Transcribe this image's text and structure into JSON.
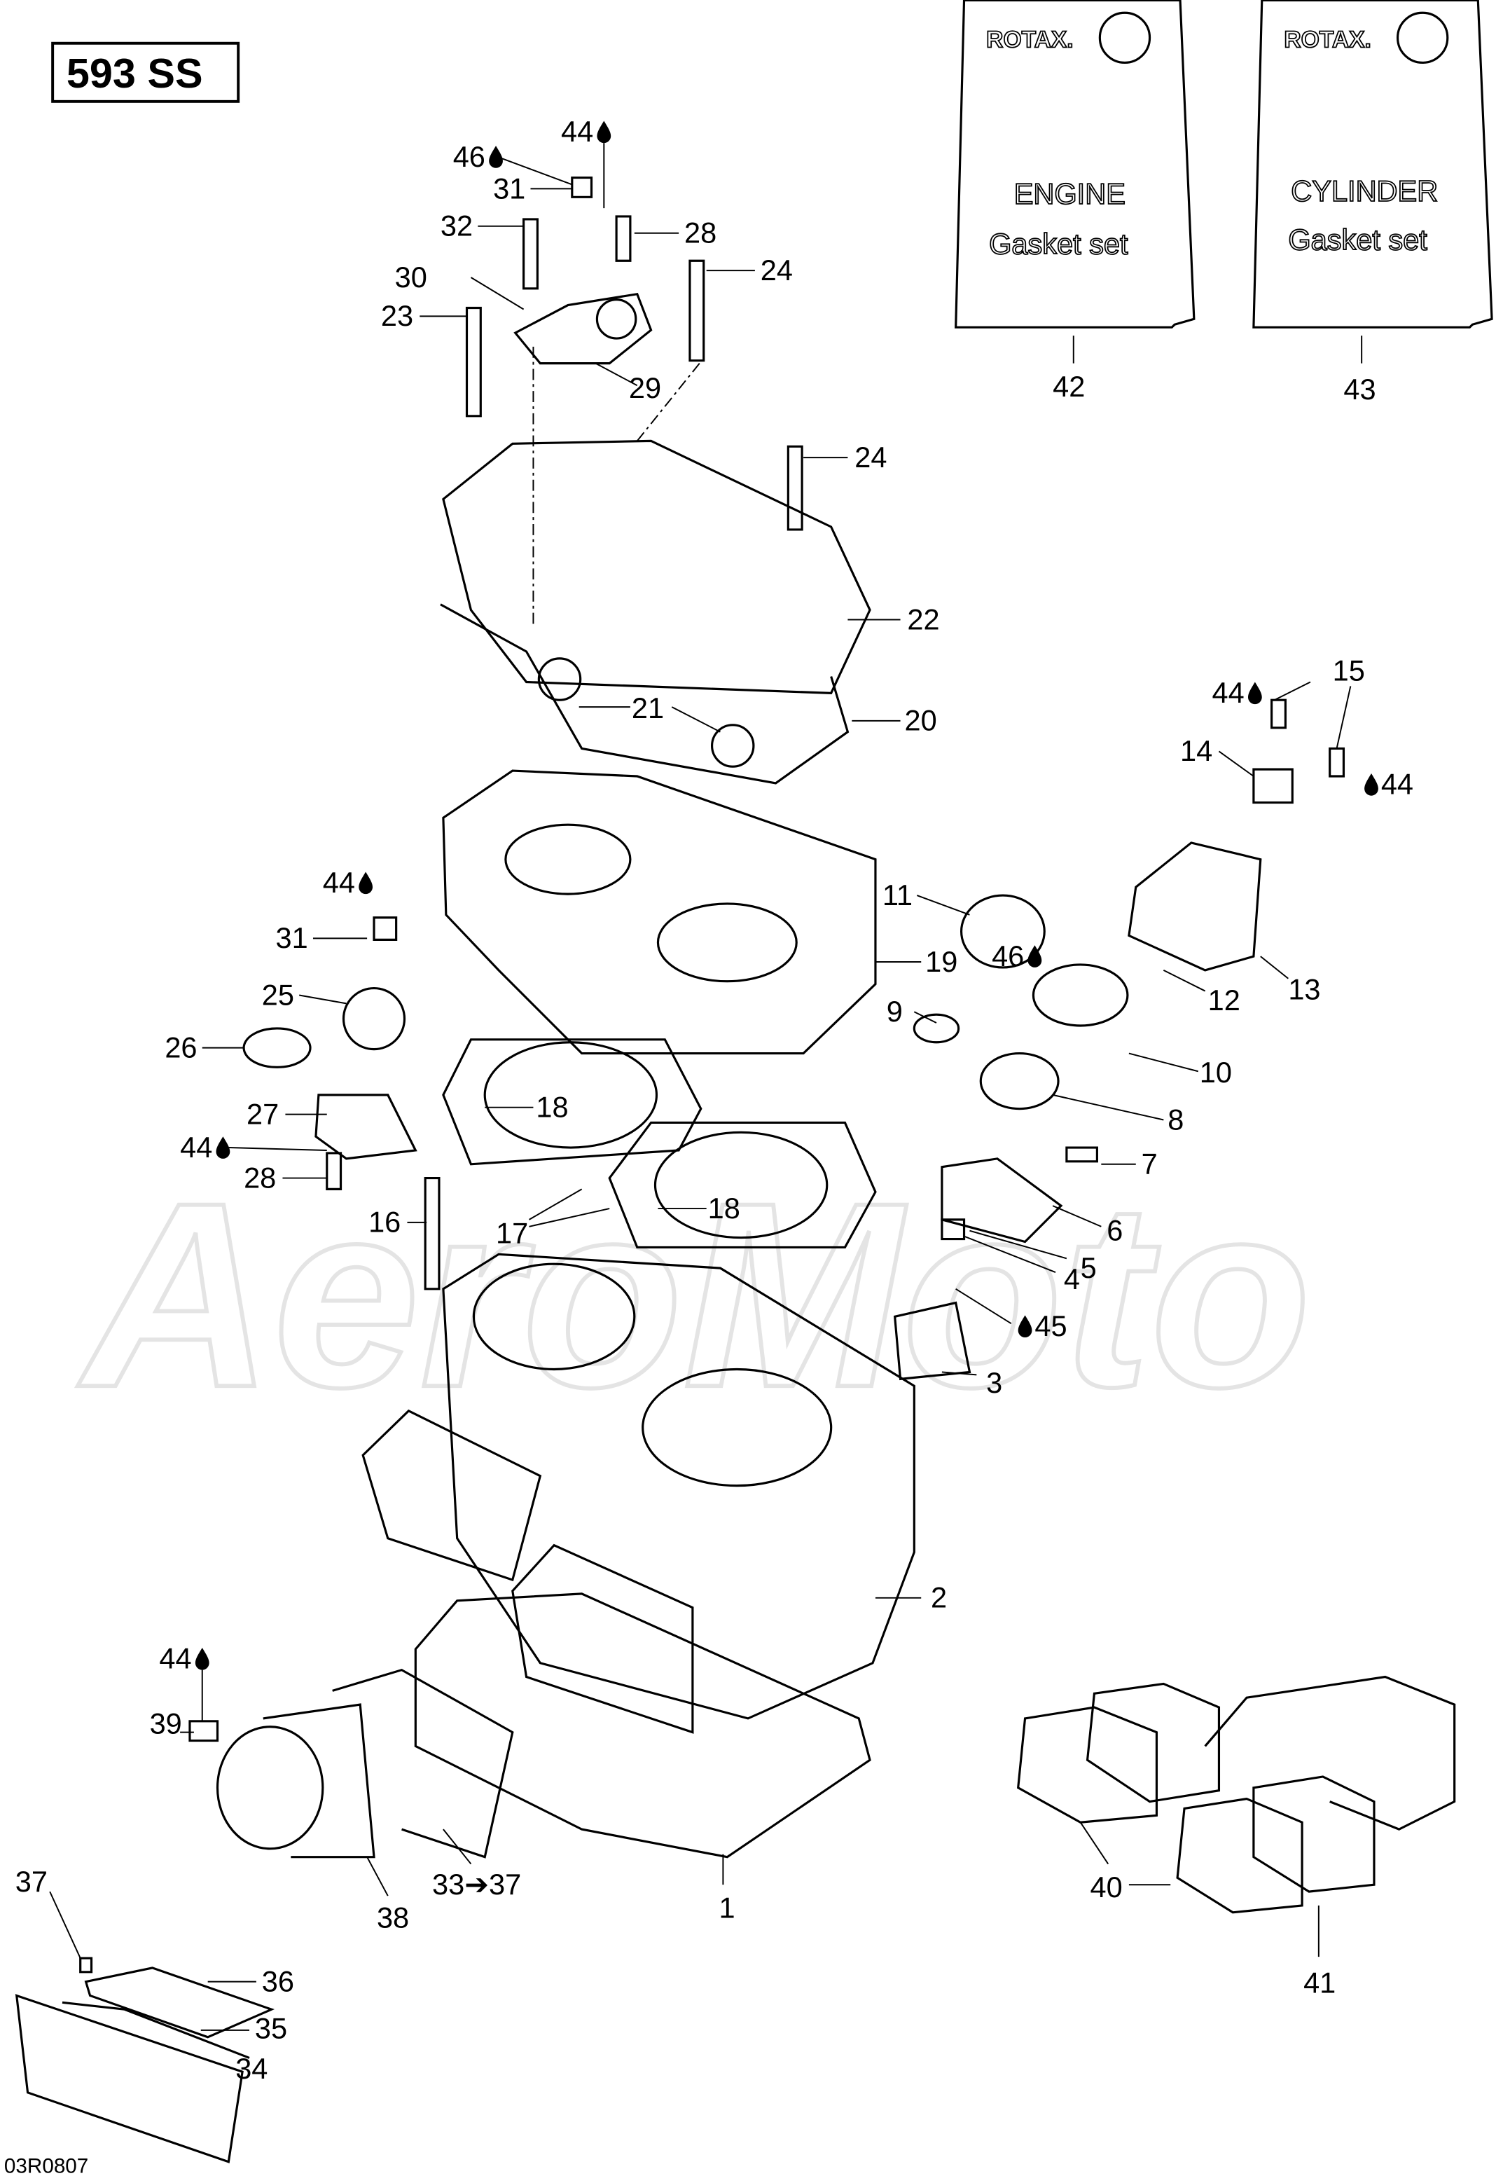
{
  "diagram": {
    "title": "593 SS",
    "drawing_code": "03R0807",
    "watermark": "AeroMoto",
    "kits": [
      {
        "brand": "ROTAX.",
        "line1": "ENGINE",
        "line2": "Gasket set",
        "ref": "42"
      },
      {
        "brand": "ROTAX.",
        "line1": "CYLINDER",
        "line2": "Gasket set",
        "ref": "43"
      }
    ],
    "labels": [
      "46",
      "44",
      "31",
      "32",
      "28",
      "30",
      "24",
      "23",
      "29",
      "24",
      "22",
      "21",
      "20",
      "15",
      "44",
      "14",
      "44",
      "11",
      "44",
      "31",
      "19",
      "13",
      "12",
      "46",
      "9",
      "25",
      "26",
      "10",
      "18",
      "8",
      "27",
      "44",
      "7",
      "28",
      "16",
      "18",
      "17",
      "6",
      "5",
      "4",
      "45",
      "3",
      "2",
      "44",
      "39",
      "33➔37",
      "1",
      "40",
      "41",
      "37",
      "38",
      "36",
      "35",
      "34"
    ],
    "icons": {
      "lubricant": "oil-drop-icon"
    }
  }
}
